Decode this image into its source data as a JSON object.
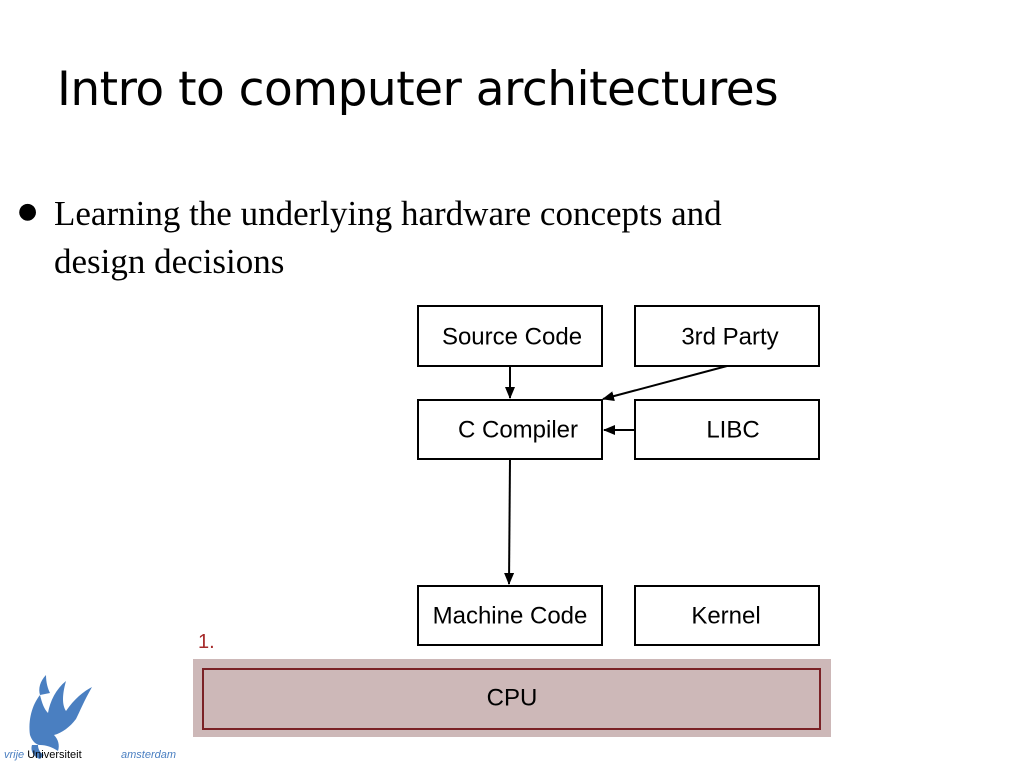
{
  "slide": {
    "title": "Intro to computer architectures",
    "bullets": [
      {
        "lines": [
          "Learning the underlying hardware concepts and",
          "design decisions"
        ]
      }
    ]
  },
  "diagram": {
    "boxes": {
      "source_code": "Source Code",
      "third_party": "3rd Party",
      "c_compiler": "C Compiler",
      "libc": "LIBC",
      "machine_code": "Machine Code",
      "kernel": "Kernel"
    },
    "step_number": "1.",
    "cpu_label": "CPU",
    "colors": {
      "cpu_fill": "#cdb8b8",
      "cpu_border": "#7a2226",
      "step_label": "#a62a2a"
    }
  },
  "footer": {
    "university_italic": "vrije",
    "university_name": "Universiteit",
    "city": "amsterdam",
    "logo_icon": "griffin-logo-icon",
    "logo_color": "#4a7fc1"
  }
}
